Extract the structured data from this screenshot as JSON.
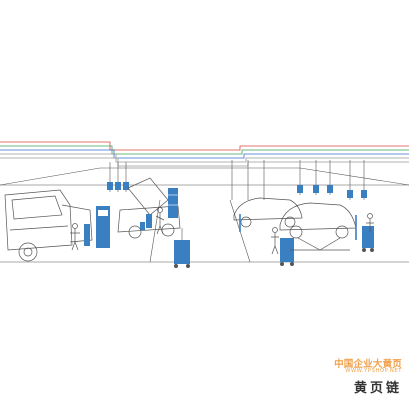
{
  "watermark": {
    "title": "中国企业大黄页",
    "url": "WWW.YPSHOP.NET",
    "brand": "黄页链"
  },
  "colors": {
    "line_art": "#555555",
    "equipment_blue": "#3a7fc1",
    "pipe_red": "#d94b3f",
    "pipe_green": "#3aa55a",
    "pipe_blue": "#3a6fd1",
    "pipe_gray": "#9a9a9a",
    "watermark": "#f0a04a"
  }
}
